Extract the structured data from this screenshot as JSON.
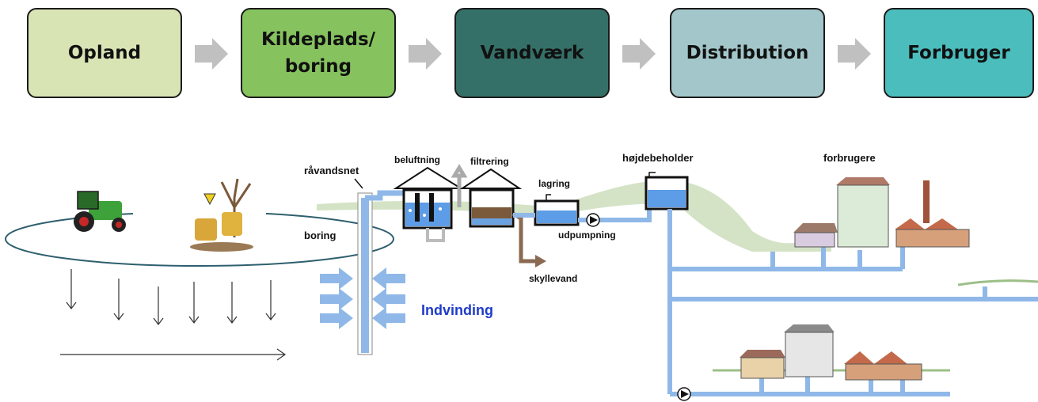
{
  "flow": {
    "steps": [
      {
        "label": "Opland",
        "color": "#d9e4b5"
      },
      {
        "label": "Kildeplads/\nboring",
        "color": "#86c35f"
      },
      {
        "label": "Vandværk",
        "color": "#357068"
      },
      {
        "label": "Distribution",
        "color": "#a2c6c9"
      },
      {
        "label": "Forbruger",
        "color": "#4bbdbd"
      }
    ],
    "arrow_color": "#c0c0c0"
  },
  "scene": {
    "labels": {
      "boring": "boring",
      "raavandsnet": "råvandsnet",
      "beluftning": "beluftning",
      "filtrering": "filtrering",
      "lagring": "lagring",
      "udpumpning": "udpumpning",
      "skyllevand": "skyllevand",
      "hojdebeholder": "højdebeholder",
      "forbrugere": "forbrugere",
      "indvinding": "Indvinding"
    },
    "colors": {
      "pipe": "#8fb8e8",
      "ellipse": "#2e5f6e",
      "hill": "#cfe0c0",
      "indvinding": "#1f3cc9",
      "skyllevand_pipe": "#8a6a52"
    }
  }
}
